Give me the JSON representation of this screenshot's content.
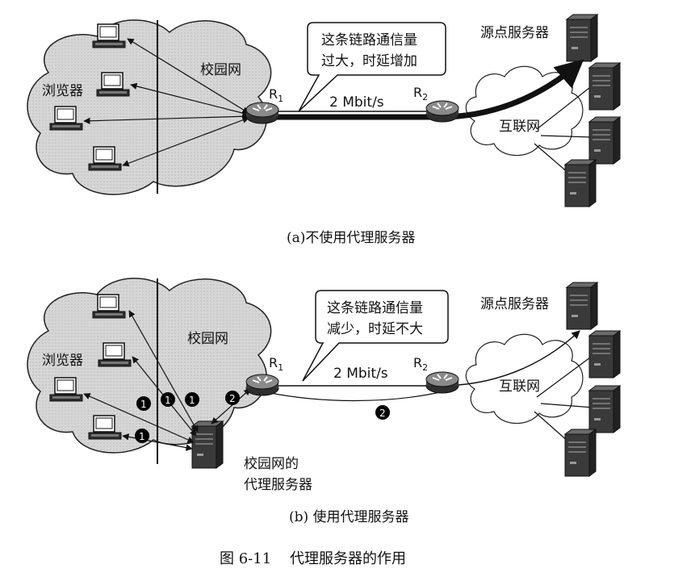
{
  "figure_caption": "图 6-11    代理服务器的作用",
  "panel_a": {
    "subcaption": "(a)不使用代理服务器",
    "campus_label": "校园网",
    "browser_label": "浏览器",
    "router1_label": "R",
    "router1_sub": "1",
    "router2_label": "R",
    "router2_sub": "2",
    "link_label": "2 Mbit/s",
    "callout_line1": "这条链路通信量",
    "callout_line2": "过大，时延增加",
    "origin_server_label": "源点服务器",
    "internet_label": "互联网"
  },
  "panel_b": {
    "subcaption": "(b) 使用代理服务器",
    "campus_label": "校园网",
    "browser_label": "浏览器",
    "router1_label": "R",
    "router1_sub": "1",
    "router2_label": "R",
    "router2_sub": "2",
    "link_label": "2 Mbit/s",
    "callout_line1": "这条链路通信量",
    "callout_line2": "减少，时延不大",
    "origin_server_label": "源点服务器",
    "internet_label": "互联网",
    "proxy_label_line1": "校园网的",
    "proxy_label_line2": "代理服务器",
    "step_markers": [
      "1",
      "1",
      "1",
      "1",
      "2",
      "2"
    ]
  },
  "colors": {
    "cloud_fill": "#d9d9d9",
    "cloud_stroke": "#222222",
    "line": "#111111",
    "server_dark": "#3a3a3a",
    "marker_fill": "#000000",
    "marker_text": "#ffffff"
  }
}
